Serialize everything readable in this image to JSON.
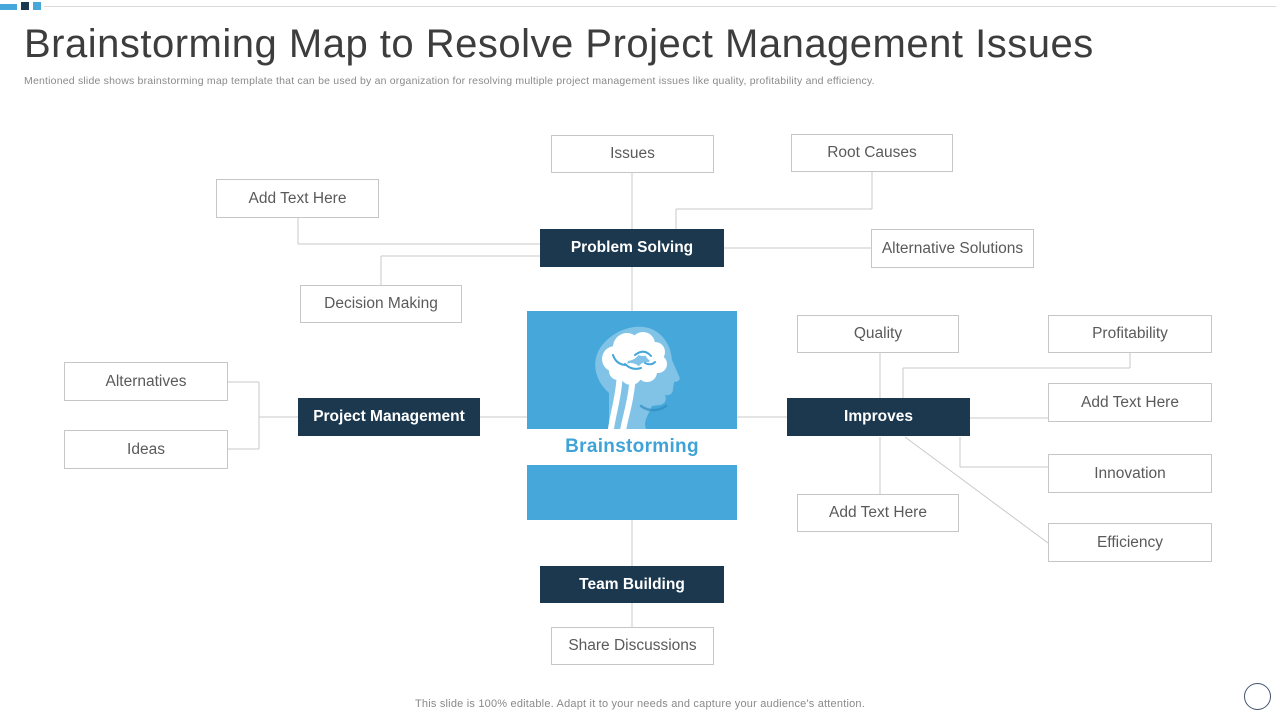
{
  "slide": {
    "title": "Brainstorming Map to Resolve Project Management Issues",
    "subtitle": "Mentioned slide shows brainstorming map template that can be used by an organization for resolving multiple project management issues like quality, profitability and efficiency.",
    "footer_note": "This slide is 100% editable. Adapt it to your needs and capture your audience's attention."
  },
  "map": {
    "center_label": "Brainstorming",
    "hubs": {
      "problem_solving": "Problem Solving",
      "project_management": "Project Management",
      "improves": "Improves",
      "team_building": "Team Building"
    },
    "nodes": {
      "issues": "Issues",
      "root_causes": "Root Causes",
      "add_text_top": "Add Text Here",
      "alternative_solutions": "Alternative Solutions",
      "decision_making": "Decision Making",
      "quality": "Quality",
      "profitability": "Profitability",
      "alternatives": "Alternatives",
      "add_text_right": "Add Text Here",
      "ideas": "Ideas",
      "innovation": "Innovation",
      "add_text_bottom": "Add Text Here",
      "efficiency": "Efficiency",
      "share_discussions": "Share Discussions"
    }
  },
  "colors": {
    "accent_blue": "#45A7DA",
    "navy": "#1B384F",
    "connector_gray": "#C9C9C9",
    "center_label_blue": "#3FA3D7"
  }
}
